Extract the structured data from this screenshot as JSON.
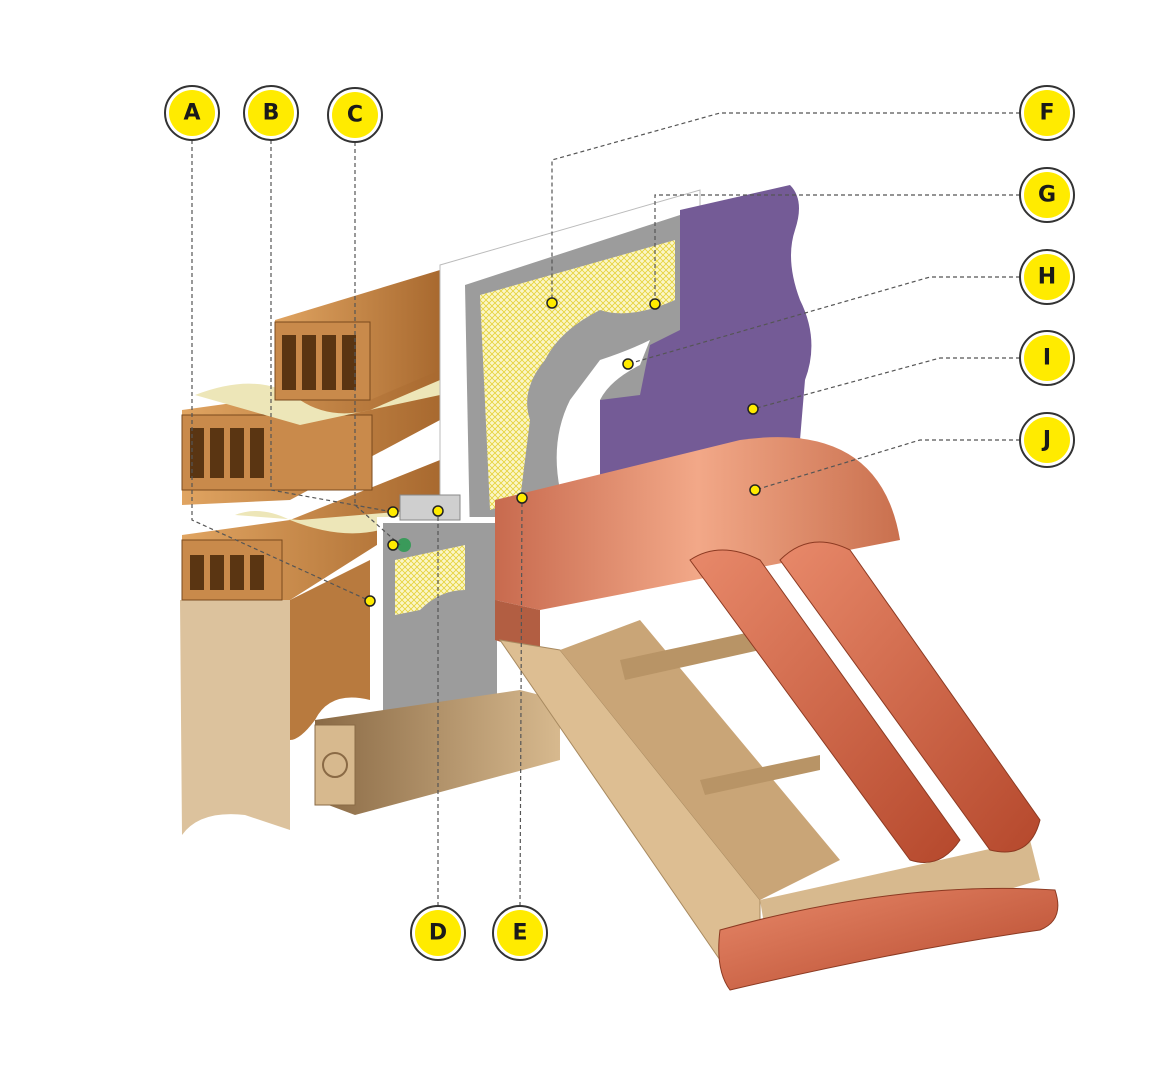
{
  "diagram": {
    "type": "roof-wall junction cutaway",
    "callouts": [
      {
        "id": "A",
        "label": "A"
      },
      {
        "id": "B",
        "label": "B"
      },
      {
        "id": "C",
        "label": "C"
      },
      {
        "id": "D",
        "label": "D"
      },
      {
        "id": "E",
        "label": "E"
      },
      {
        "id": "F",
        "label": "F"
      },
      {
        "id": "G",
        "label": "G"
      },
      {
        "id": "H",
        "label": "H"
      },
      {
        "id": "I",
        "label": "I"
      },
      {
        "id": "J",
        "label": "J"
      }
    ],
    "colors": {
      "callout_fill": "#FFEB00",
      "brick": "#C98A4B",
      "mortar": "#EDE6B8",
      "insulation": "#9A9A9A",
      "mesh": "#F3E66A",
      "membrane": "#745B96",
      "flashing": "#D9805A",
      "tile": "#D2694A",
      "timber": "#D9B98C"
    }
  }
}
